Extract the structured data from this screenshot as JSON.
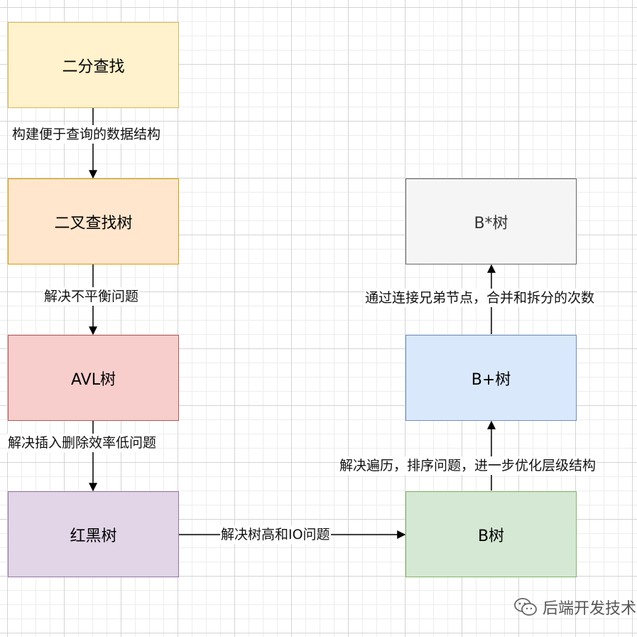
{
  "nodes": {
    "binary_search": {
      "label": "二分查找",
      "fill": "#fff2cc",
      "stroke": "#d6b656"
    },
    "bst": {
      "label": "二叉查找树",
      "fill": "#ffe6cc",
      "stroke": "#d79b00"
    },
    "avl": {
      "label": "AVL树",
      "fill": "#f8cecc",
      "stroke": "#b85450"
    },
    "red_black": {
      "label": "红黑树",
      "fill": "#e1d5e7",
      "stroke": "#9673a6"
    },
    "btree": {
      "label": "B树",
      "fill": "#d5e8d4",
      "stroke": "#82b366"
    },
    "bplus": {
      "label": "B+树",
      "fill": "#dae8fc",
      "stroke": "#6c8ebf"
    },
    "bstar": {
      "label": "B*树",
      "fill": "#f5f5f5",
      "stroke": "#666666"
    }
  },
  "edges": {
    "binary_to_bst": "构建便于查询的数据结构",
    "bst_to_avl": "解决不平衡问题",
    "avl_to_rb": "解决插入删除效率低问题",
    "rb_to_btree": "解决树高和IO问题",
    "btree_to_bplus": "解决遍历，排序问题，进一步优化层级结构",
    "bplus_to_bstar": "通过连接兄弟节点，合并和拆分的次数"
  },
  "watermark": {
    "text": "后端开发技术",
    "icon": "wechat-icon"
  }
}
